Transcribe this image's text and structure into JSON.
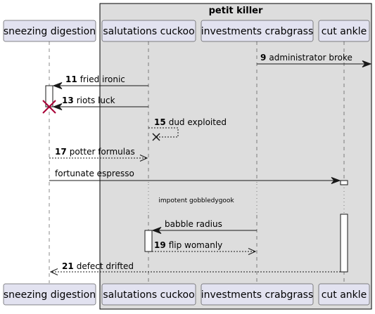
{
  "group": {
    "title": "petit killer"
  },
  "participants": [
    {
      "id": "p0",
      "name": "sneezing digestion"
    },
    {
      "id": "p1",
      "name": "salutations cuckoo"
    },
    {
      "id": "p2",
      "name": "investments crabgrass"
    },
    {
      "id": "p3",
      "name": "cut ankle"
    }
  ],
  "messages": [
    {
      "id": "m9",
      "number": "9",
      "text": "administrator broke",
      "from": "p2",
      "to": "right-edge",
      "style": "solid"
    },
    {
      "id": "m11",
      "number": "11",
      "text": "fried ironic",
      "from": "p1",
      "to": "p0",
      "style": "solid"
    },
    {
      "id": "m13",
      "number": "13",
      "text": "riots luck",
      "from": "p1",
      "to": "p0",
      "style": "solid",
      "destroys_target": true
    },
    {
      "id": "m15",
      "number": "15",
      "text": "dud exploited",
      "from": "p1",
      "to": "p1",
      "style": "dashed",
      "destroys_target": true
    },
    {
      "id": "m17",
      "number": "17",
      "text": "potter formulas",
      "from": "p0",
      "to": "p1",
      "style": "dashed"
    },
    {
      "id": "m18",
      "number": "",
      "text": "fortunate espresso",
      "from": "p0",
      "to": "p3",
      "style": "solid"
    },
    {
      "id": "delay",
      "number": "",
      "text": "impotent gobbledygook",
      "type": "delay"
    },
    {
      "id": "m19a",
      "number": "",
      "text": "babble radius",
      "from": "p2",
      "to": "p1",
      "style": "solid"
    },
    {
      "id": "m19",
      "number": "19",
      "text": "flip womanly",
      "from": "p1",
      "to": "p2",
      "style": "dashed"
    },
    {
      "id": "m21",
      "number": "21",
      "text": "defect drifted",
      "from": "p3",
      "to": "p0",
      "style": "dashed"
    }
  ],
  "colors": {
    "participant_fill": "#E2E2F0",
    "group_fill": "#DDDDDD",
    "line": "#181818",
    "destroy": "#A80036"
  }
}
